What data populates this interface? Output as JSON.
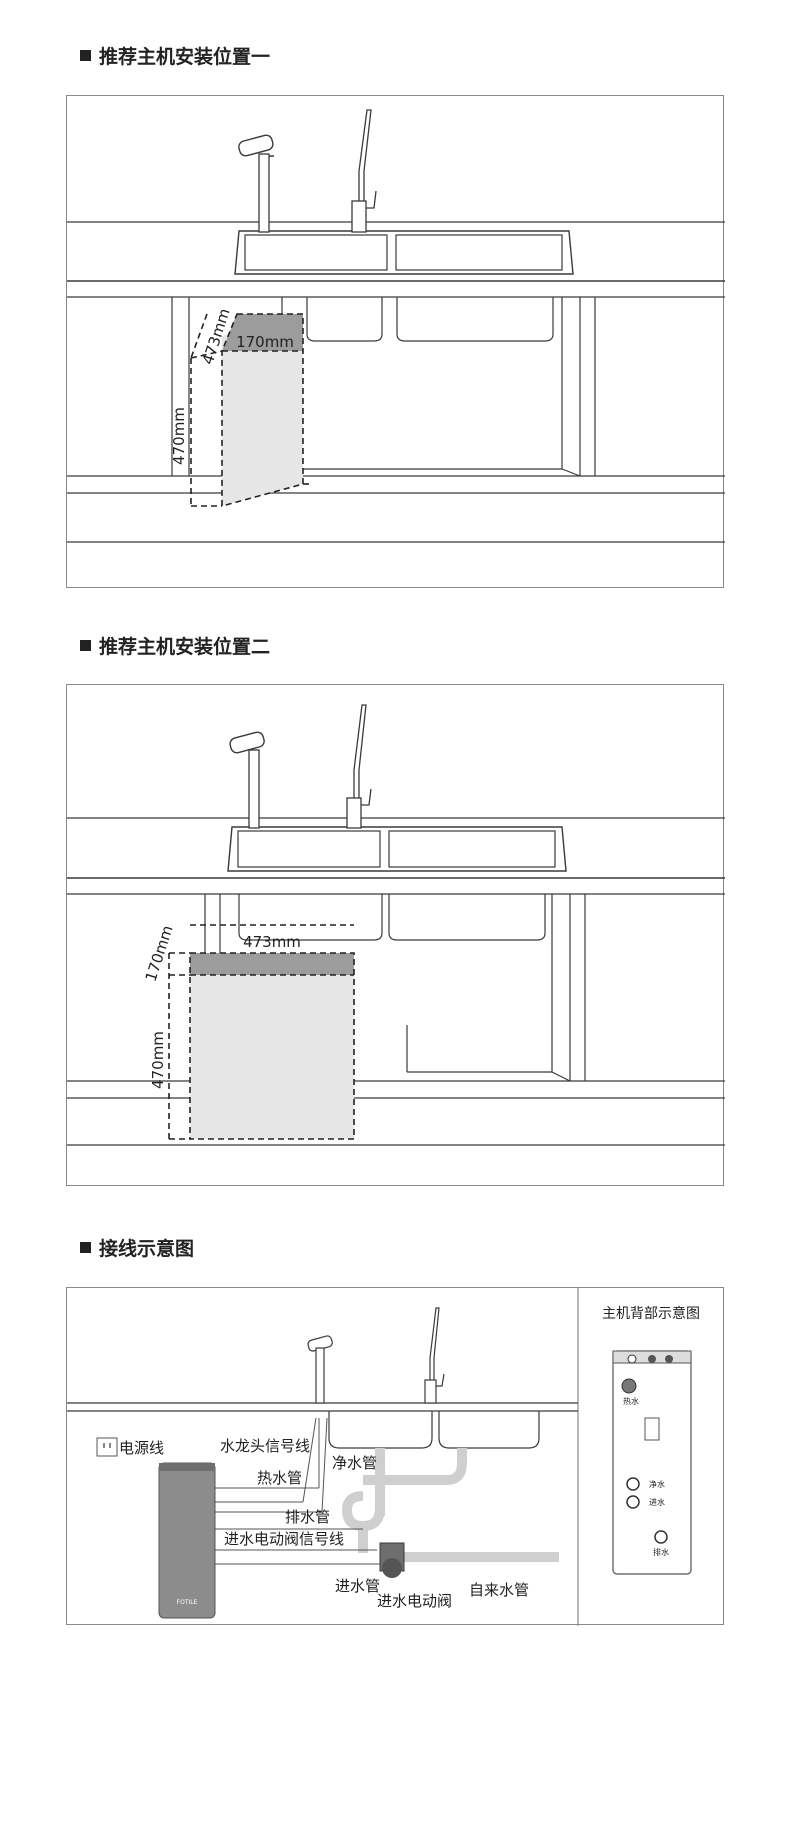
{
  "section1": {
    "title": "推荐主机安装位置一",
    "dim_top": "473mm",
    "dim_width": "170mm",
    "dim_height": "470mm"
  },
  "section2": {
    "title": "推荐主机安装位置二",
    "dim_top": "170mm",
    "dim_width": "473mm",
    "dim_height": "470mm"
  },
  "section3": {
    "title": "接线示意图",
    "rear_title": "主机背部示意图",
    "labels": {
      "power_cord": "电源线",
      "faucet_signal": "水龙头信号线",
      "pure_water_pipe": "净水管",
      "hot_water_pipe": "热水管",
      "drain_pipe": "排水管",
      "inlet_valve_signal": "进水电动阀信号线",
      "inlet_pipe": "进水管",
      "inlet_valve": "进水电动阀",
      "tap_water_pipe": "自来水管"
    },
    "rear_ports": {
      "hot": "热水",
      "pure": "净水",
      "inlet": "进水",
      "drain": "排水"
    },
    "brand": "FOTILE"
  },
  "colors": {
    "line": "#3a3a3a",
    "box_light": "#e6e6e6",
    "box_dark": "#9c9c9c",
    "pipe": "#cfcfcf",
    "unit": "#8c8c8c"
  }
}
